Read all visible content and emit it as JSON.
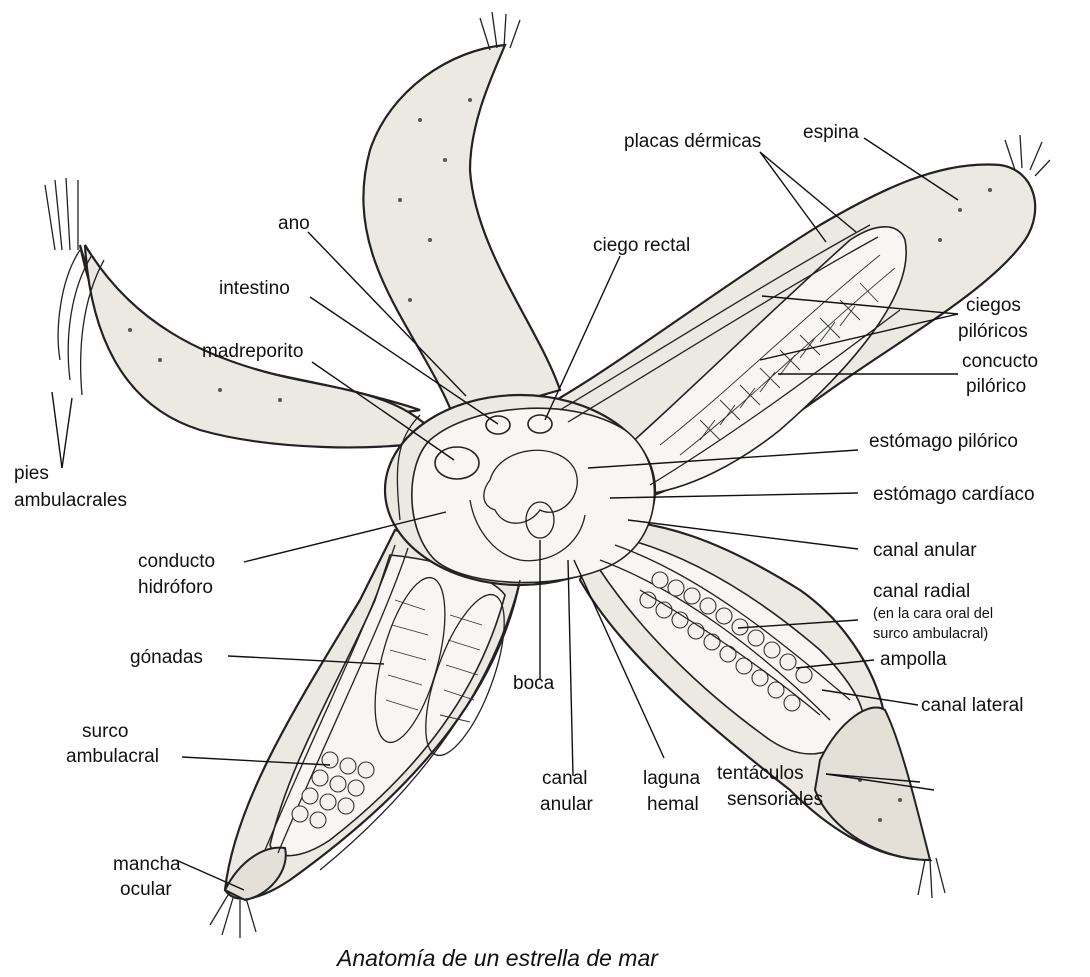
{
  "diagram": {
    "caption": "Anatomía de un estrella de mar",
    "labels": {
      "espina": "espina",
      "placas_dermicas": "placas dérmicas",
      "ano": "ano",
      "ciego_rectal": "ciego rectal",
      "intestino": "intestino",
      "ciegos": "ciegos",
      "piloricos": "pilóricos",
      "madreporito": "madreporito",
      "concucto": "concucto",
      "pilorico": "pilórico",
      "estomago_pilorico": "estómago pilórico",
      "pies": "pies",
      "ambulacrales": "ambulacrales",
      "estomago_cardiaco": "estómago cardíaco",
      "conducto": "conducto",
      "hidroforo": "hidróforo",
      "canal_anular_right": "canal anular",
      "canal_radial": "canal radial",
      "radial_note_1": "(en la cara oral del",
      "radial_note_2": "surco ambulacral)",
      "gonadas": "gónadas",
      "ampolla": "ampolla",
      "boca": "boca",
      "canal_lateral": "canal lateral",
      "surco": "surco",
      "ambulacral": "ambulacral",
      "canal": "canal",
      "anular": "anular",
      "laguna": "laguna",
      "hemal": "hemal",
      "mancha": "mancha",
      "ocular": "ocular",
      "tentaculos": "tentáculos",
      "sensoriales": "sensoriales"
    }
  }
}
